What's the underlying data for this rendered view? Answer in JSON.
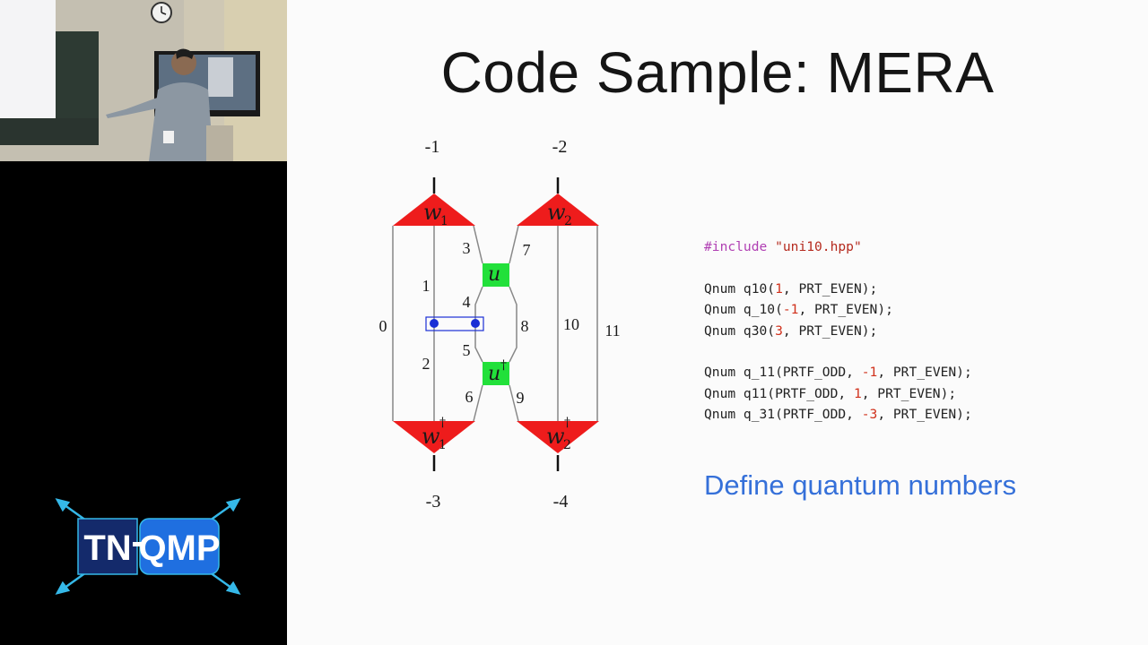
{
  "slide": {
    "title": "Code Sample: MERA",
    "caption": "Define quantum numbers"
  },
  "diagram": {
    "top_labels": [
      "-1",
      "-2"
    ],
    "bottom_labels": [
      "-3",
      "-4"
    ],
    "bond_labels": [
      "0",
      "1",
      "2",
      "3",
      "4",
      "5",
      "6",
      "7",
      "8",
      "9",
      "10",
      "11"
    ],
    "tensors": {
      "w1": "w",
      "w1_sub": "1",
      "w2": "w",
      "w2_sub": "2",
      "u": "u",
      "u_dag": "u",
      "u_dag_sup": "†",
      "w1_dag": "w",
      "w1_dag_sub": "1",
      "w1_dag_sup": "†",
      "w2_dag": "w",
      "w2_dag_sub": "2",
      "w2_dag_sup": "†"
    }
  },
  "code": {
    "line1": {
      "directive": "#include",
      "string": "\"uni10.hpp\""
    },
    "line2": {
      "a": "Qnum q10(",
      "n": "1",
      "b": ", PRT_EVEN);"
    },
    "line3": {
      "a": "Qnum q_10(",
      "n": "-1",
      "b": ", PRT_EVEN);"
    },
    "line4": {
      "a": "Qnum q30(",
      "n": "3",
      "b": ", PRT_EVEN);"
    },
    "line5": {
      "a": "Qnum q_11(PRTF_ODD, ",
      "n": "-1",
      "b": ", PRT_EVEN);"
    },
    "line6": {
      "a": "Qnum q11(PRTF_ODD, ",
      "n": "1",
      "b": ", PRT_EVEN);"
    },
    "line7": {
      "a": "Qnum q_31(PRTF_ODD, ",
      "n": "-3",
      "b": ", PRT_EVEN);"
    }
  },
  "logo": {
    "text_left": "TN",
    "text_right": "QMP"
  },
  "colors": {
    "tensor_w": "#ee1c1c",
    "tensor_u": "#22e03a",
    "contraction_dot": "#1a2fd6",
    "caption": "#3570d9",
    "code_number": "#d0301b",
    "code_directive": "#b03fb3",
    "logo_blue": "#1f6fe0",
    "logo_dark": "#142a6b",
    "logo_arrow": "#35b8e8"
  }
}
